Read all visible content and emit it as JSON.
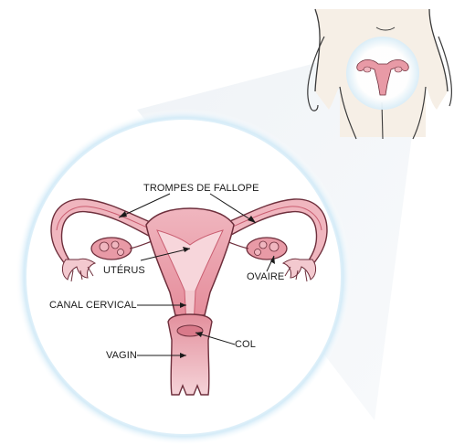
{
  "labels": {
    "fallopian_tubes": "TROMPES DE FALLOPE",
    "uterus": "UTÉRUS",
    "ovary": "OVAIRE",
    "cervical_canal": "CANAL CERVICAL",
    "cervix": "COL",
    "vagina": "VAGIN"
  },
  "colors": {
    "tissue_light": "#f3c9cf",
    "tissue_mid": "#e89aa6",
    "tissue_dark": "#c95d70",
    "outline": "#6e2f3c",
    "skin": "#f6efe6",
    "body_outline": "#3a3a3a",
    "halo": "#cde6f5",
    "circle_fill": "#ffffff",
    "zoom_cone": "#eef2f5"
  }
}
